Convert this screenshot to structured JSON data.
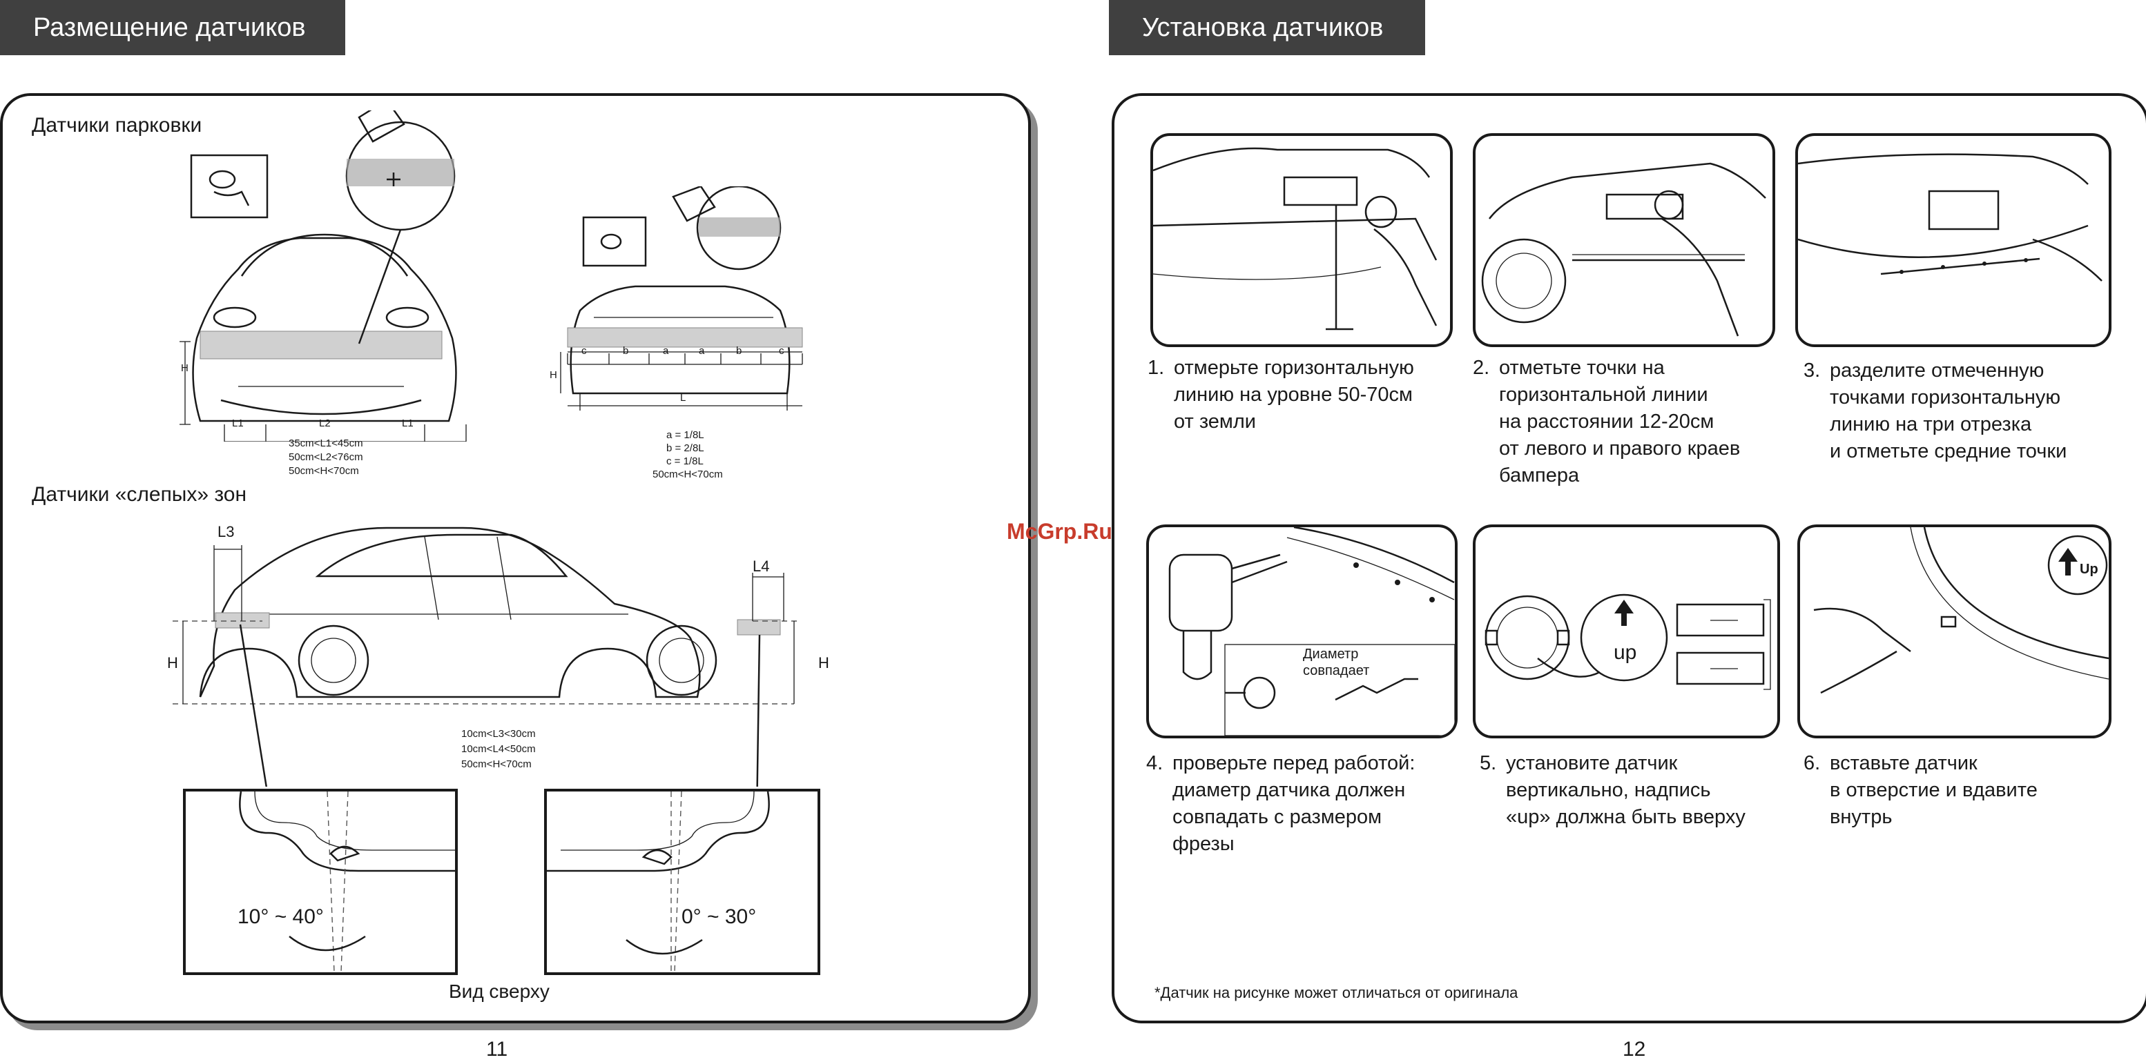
{
  "left_page": {
    "header": "Размещение датчиков",
    "parking_title": "Датчики парковки",
    "front_car": {
      "dims": [
        "H",
        "L1",
        "L2",
        "L1"
      ],
      "notes": [
        "35cm<L1<45cm",
        "50cm<L2<76cm",
        "50cm<H<70cm"
      ]
    },
    "rear_car": {
      "segments": [
        "c",
        "b",
        "a",
        "a",
        "b",
        "c"
      ],
      "dims": [
        "H",
        "L"
      ],
      "notes": [
        "a = 1/8L",
        "b = 2/8L",
        "c = 1/8L",
        "50cm<H<70cm"
      ]
    },
    "blind_title": "Датчики «слепых» зон",
    "side_car": {
      "dims": [
        "L3",
        "L4",
        "H",
        "H"
      ],
      "notes": [
        "10cm<L3<30cm",
        "10cm<L4<50cm",
        "50cm<H<70cm"
      ]
    },
    "angles": [
      "10° ~ 40°",
      "0° ~ 30°"
    ],
    "top_view_caption": "Вид сверху",
    "page_number": "11"
  },
  "right_page": {
    "header": "Установка датчиков",
    "steps": [
      {
        "num": "1.",
        "text": "отмерьте горизонтальную\nлинию на уровне 50-70см\nот земли"
      },
      {
        "num": "2.",
        "text": "отметьте точки на\nгоризонтальной линии\nна расстоянии 12-20см\nот левого и правого краев\nбампера"
      },
      {
        "num": "3.",
        "text": "разделите отмеченную\nточками горизонтальную\nлинию на три отрезка\nи отметьте средние точки"
      },
      {
        "num": "4.",
        "text": "проверьте перед работой:\nдиаметр датчика должен\nсовпадать с размером\nфрезы"
      },
      {
        "num": "5.",
        "text": "установите датчик\nвертикально, надпись\n«up» должна быть вверху"
      },
      {
        "num": "6.",
        "text": "вставьте датчик\nв отверстие и вдавите\nвнутрь"
      }
    ],
    "diameter_label": "Диаметр\nсовпадает",
    "up_label": "up",
    "up_badge": "Up",
    "footnote": "*Датчик на рисунке может отличаться от оригинала",
    "page_number": "12"
  },
  "watermark": "McGrp.Ru"
}
